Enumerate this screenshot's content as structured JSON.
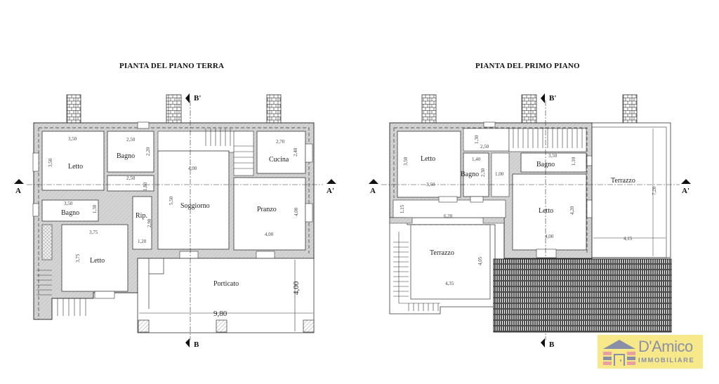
{
  "plans": [
    {
      "title": "PIANTA DEL PIANO TERRA",
      "rooms": [
        {
          "name": "Letto",
          "dims": [
            "3,50",
            "3,50"
          ]
        },
        {
          "name": "Bagno",
          "dims": [
            "2,50",
            "2,20"
          ]
        },
        {
          "name": "Cucina",
          "dims": [
            "2,70",
            "2,40"
          ]
        },
        {
          "name": "Soggiorno",
          "dims": [
            "4,00",
            "5,50"
          ]
        },
        {
          "name": "Pranzo",
          "dims": [
            "4,00",
            "4,00"
          ]
        },
        {
          "name": "Bagno",
          "dims": [
            "3,50",
            "1,30"
          ]
        },
        {
          "name": "Rip.",
          "dims": [
            "1,20",
            "2,90"
          ]
        },
        {
          "name": "Letto",
          "dims": [
            "3,75",
            "3,75"
          ]
        },
        {
          "name": "Porticato",
          "dims": [
            "9,80",
            "4,00"
          ]
        }
      ],
      "extra_dims": [
        "2,50",
        "1,80"
      ],
      "section_marks": [
        "A",
        "A'",
        "B'",
        "B"
      ]
    },
    {
      "title": "PIANTA DEL PRIMO PIANO",
      "rooms": [
        {
          "name": "Letto",
          "dims": [
            "3,50",
            "3,50"
          ]
        },
        {
          "name": "Bagno",
          "dims": [
            "1,40",
            "2,30"
          ]
        },
        {
          "name": "Bagno",
          "dims": [
            "3,50",
            "1,10"
          ]
        },
        {
          "name": "Letto",
          "dims": [
            "4,00",
            "4,20"
          ]
        },
        {
          "name": "Terrazzo",
          "dims": [
            "4,15",
            "7,20"
          ]
        },
        {
          "name": "Terrazzo",
          "dims": [
            "4,35",
            "4,05"
          ]
        }
      ],
      "extra_dims": [
        "2,50",
        "1,30",
        "1,00",
        "6,20",
        "1,15"
      ],
      "section_marks": [
        "A",
        "A'",
        "B'",
        "B"
      ]
    }
  ],
  "logo": {
    "brand": "D'Amico",
    "sub": "IMMOBILIARE"
  },
  "colors": {
    "wall": "#c8c8c8",
    "line": "#333333",
    "logo_bg": "#f7e98a",
    "logo_text": "#8a8fa8",
    "logo_roof": "#8a8fa8",
    "logo_brick": "#e8a0a0"
  }
}
